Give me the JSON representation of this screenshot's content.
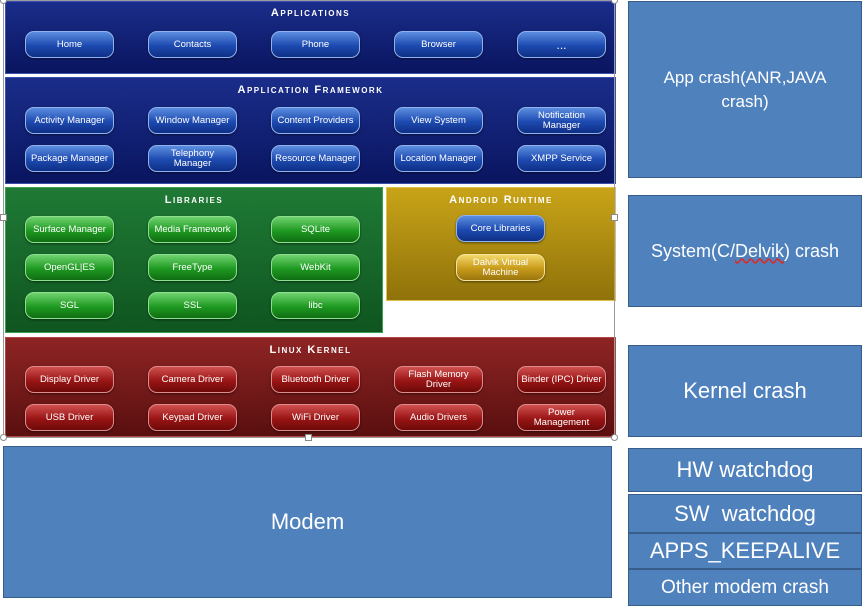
{
  "applications": {
    "title": "Applications",
    "items": [
      "Home",
      "Contacts",
      "Phone",
      "Browser",
      "..."
    ]
  },
  "framework": {
    "title": "Application Framework",
    "row1": [
      "Activity Manager",
      "Window Manager",
      "Content Providers",
      "View System",
      "Notification Manager"
    ],
    "row2": [
      "Package Manager",
      "Telephony Manager",
      "Resource Manager",
      "Location Manager",
      "XMPP Service"
    ]
  },
  "libraries": {
    "title": "Libraries",
    "row1": [
      "Surface Manager",
      "Media Framework",
      "SQLite"
    ],
    "row2": [
      "OpenGL|ES",
      "FreeType",
      "WebKit"
    ],
    "row3": [
      "SGL",
      "SSL",
      "libc"
    ]
  },
  "runtime": {
    "title": "Android Runtime",
    "core": "Core Libraries",
    "vm": "Dalvik Virtual Machine"
  },
  "kernel": {
    "title": "Linux Kernel",
    "row1": [
      "Display Driver",
      "Camera Driver",
      "Bluetooth Driver",
      "Flash Memory Driver",
      "Binder (IPC) Driver"
    ],
    "row2": [
      "USB Driver",
      "Keypad Driver",
      "WiFi Driver",
      "Audio Drivers",
      "Power Management"
    ]
  },
  "modem": {
    "label": "Modem"
  },
  "side": {
    "app_crash": "App crash(ANR,JAVA crash)",
    "system_crash_prefix": "System(C/",
    "system_crash_underlined": "Delvik",
    "system_crash_suffix": ") crash",
    "kernel_crash": "Kernel crash",
    "hw_watchdog": "HW watchdog",
    "sw_watchdog": "SW  watchdog",
    "apps_keepalive": "APPS_KEEPALIVE",
    "other_modem": "Other modem crash"
  },
  "colors": {
    "side_box": "#4f81bd",
    "applications_bg": "#0d1b6b",
    "libraries_bg": "#176b2a",
    "runtime_bg": "#b89410",
    "kernel_bg": "#8a1e1e"
  }
}
